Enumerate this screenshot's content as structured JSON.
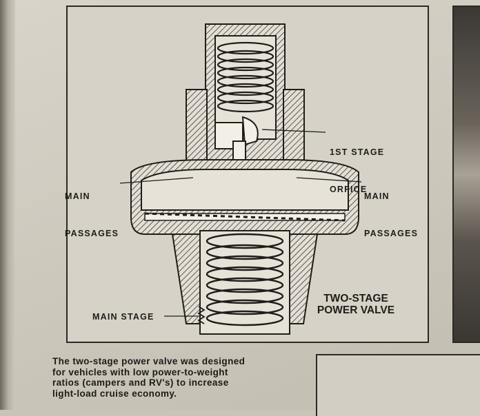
{
  "figure": {
    "labels": {
      "first_stage_line1": "1ST STAGE",
      "first_stage_line2": "ORFICE",
      "main_passages_left_line1": "MAIN",
      "main_passages_left_line2": "PASSAGES",
      "main_passages_right_line1": "MAIN",
      "main_passages_right_line2": "PASSAGES",
      "main_stage": "MAIN STAGE",
      "title_line1": "TWO-STAGE",
      "title_line2": "POWER VALVE"
    }
  },
  "caption": {
    "line1": "The two-stage power valve was designed",
    "line2": "for vehicles with low power-to-weight",
    "line3": "ratios (campers and RV's) to increase",
    "line4": "light-load cruise economy."
  }
}
